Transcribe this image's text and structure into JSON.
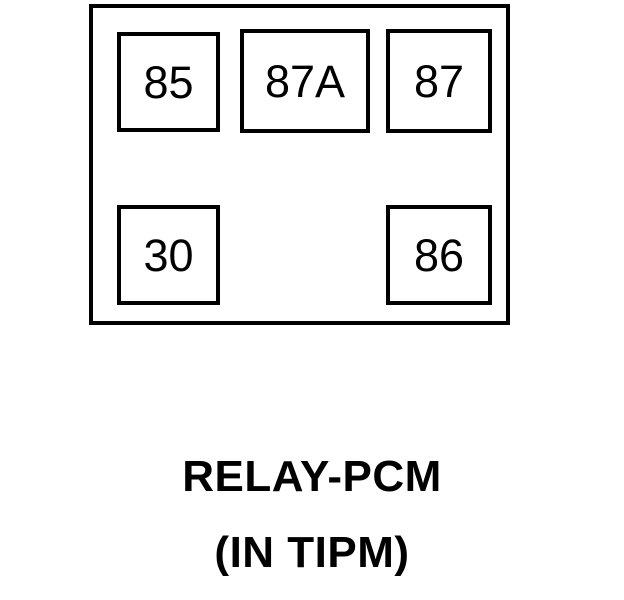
{
  "diagram": {
    "type": "automotive-relay-pinout",
    "title": "RELAY-PCM",
    "subtitle": "(IN TIPM)",
    "stroke_color": "#000000",
    "background_color": "#ffffff",
    "terminals": [
      {
        "id": "85",
        "label": "85",
        "row": "top",
        "position": "left"
      },
      {
        "id": "87A",
        "label": "87A",
        "row": "top",
        "position": "center"
      },
      {
        "id": "87",
        "label": "87",
        "row": "top",
        "position": "right"
      },
      {
        "id": "30",
        "label": "30",
        "row": "bottom",
        "position": "left"
      },
      {
        "id": "86",
        "label": "86",
        "row": "bottom",
        "position": "right"
      }
    ]
  }
}
